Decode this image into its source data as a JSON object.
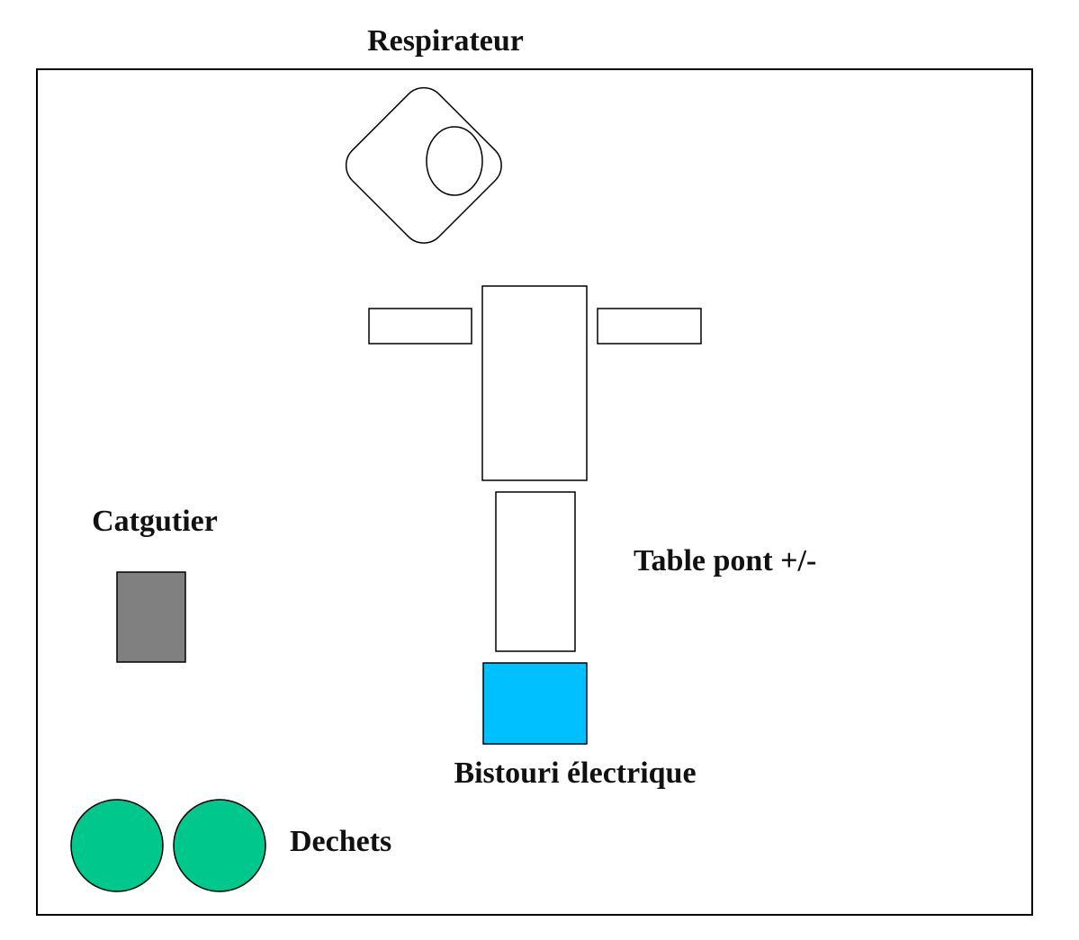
{
  "labels": {
    "respirateur": "Respirateur",
    "catgutier": "Catgutier",
    "table_pont": "Table pont +/-",
    "bistouri": "Bistouri électrique",
    "dechets": "Dechets"
  },
  "colors": {
    "background": "#ffffff",
    "outline": "#000000",
    "catgutier_fill": "#808080",
    "bistouri_fill": "#00c0ff",
    "dechets_fill": "#00c88c"
  },
  "icons": {
    "respirateur": "rounded-diamond-with-oval",
    "table": "cross-shaped-operating-table",
    "catgutier": "gray-rectangle",
    "bistouri": "blue-rectangle",
    "dechets": "green-circles"
  }
}
